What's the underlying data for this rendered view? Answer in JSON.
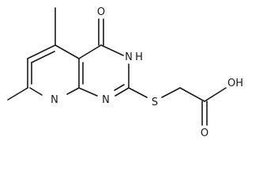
{
  "structure": {
    "atom_labels": {
      "carbonyl_oxygen": "O",
      "nh": "N",
      "nh_hydrogen": "H",
      "ring_n1": "N",
      "ring_n8": "N",
      "sulfur": "S",
      "acid_oh": "OH",
      "acid_oxygen": "O"
    }
  }
}
